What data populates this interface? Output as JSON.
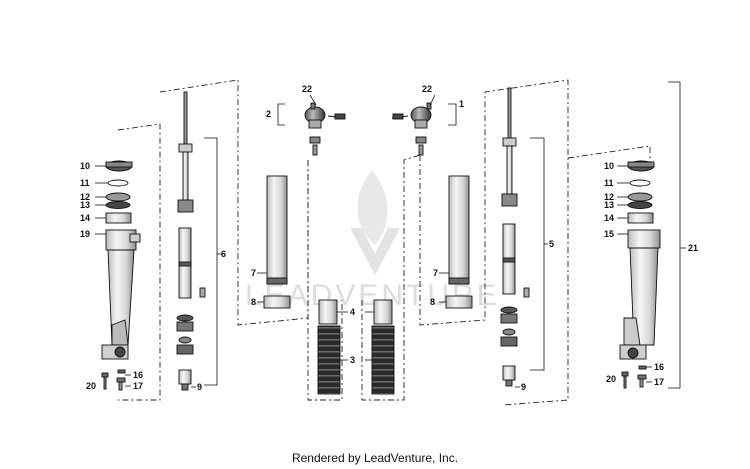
{
  "diagram": {
    "callouts": [
      "1",
      "2",
      "3",
      "4",
      "5",
      "6",
      "7",
      "8",
      "9",
      "10",
      "11",
      "12",
      "13",
      "14",
      "15",
      "16",
      "17",
      "19",
      "20",
      "21",
      "22"
    ],
    "watermark_text": "LEADVENTURE"
  },
  "footer": {
    "text": "Rendered by LeadVenture, Inc."
  },
  "colors": {
    "background": "#ffffff",
    "ink": "#111111",
    "watermark": "#d9d9d9"
  }
}
